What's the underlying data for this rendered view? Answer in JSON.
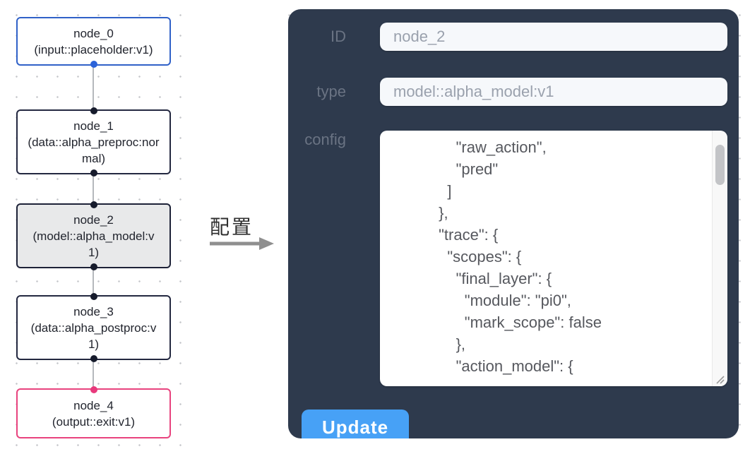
{
  "flow": {
    "nodes": [
      {
        "title": "node_0",
        "subtitle": "(input::placeholder:v1)",
        "kind": "input",
        "border_color": "#3061c8",
        "port_color": "#2b63d9"
      },
      {
        "title": "node_1",
        "subtitle": "(data::alpha_preproc:normal)",
        "kind": "default",
        "border_color": "#232840",
        "port_color": "#161b2c"
      },
      {
        "title": "node_2",
        "subtitle": "(model::alpha_model:v1)",
        "kind": "selected",
        "border_color": "#1d2238",
        "port_color": "#161b2c",
        "selected_bg": "#e8e9ea"
      },
      {
        "title": "node_3",
        "subtitle": "(data::alpha_postproc:v1)",
        "kind": "default",
        "border_color": "#232840",
        "port_color": "#161b2c"
      },
      {
        "title": "node_4",
        "subtitle": "(output::exit:v1)",
        "kind": "output",
        "border_color": "#e8437e",
        "port_color": "#e8397c"
      }
    ]
  },
  "transfer": {
    "label": "配置",
    "arrow_color": "#8f8f8f"
  },
  "panel": {
    "bg_color": "#2e3a4d",
    "id_label": "ID",
    "id_value": "node_2",
    "type_label": "type",
    "type_value": "model::alpha_model:v1",
    "config_label": "config",
    "config_text": "              \"raw_action\",\n              \"pred\"\n            ]\n          },\n          \"trace\": {\n            \"scopes\": {\n              \"final_layer\": {\n                \"module\": \"pi0\",\n                \"mark_scope\": false\n              },\n              \"action_model\": {",
    "update_label": "Update",
    "update_color": "#47a1f6"
  }
}
